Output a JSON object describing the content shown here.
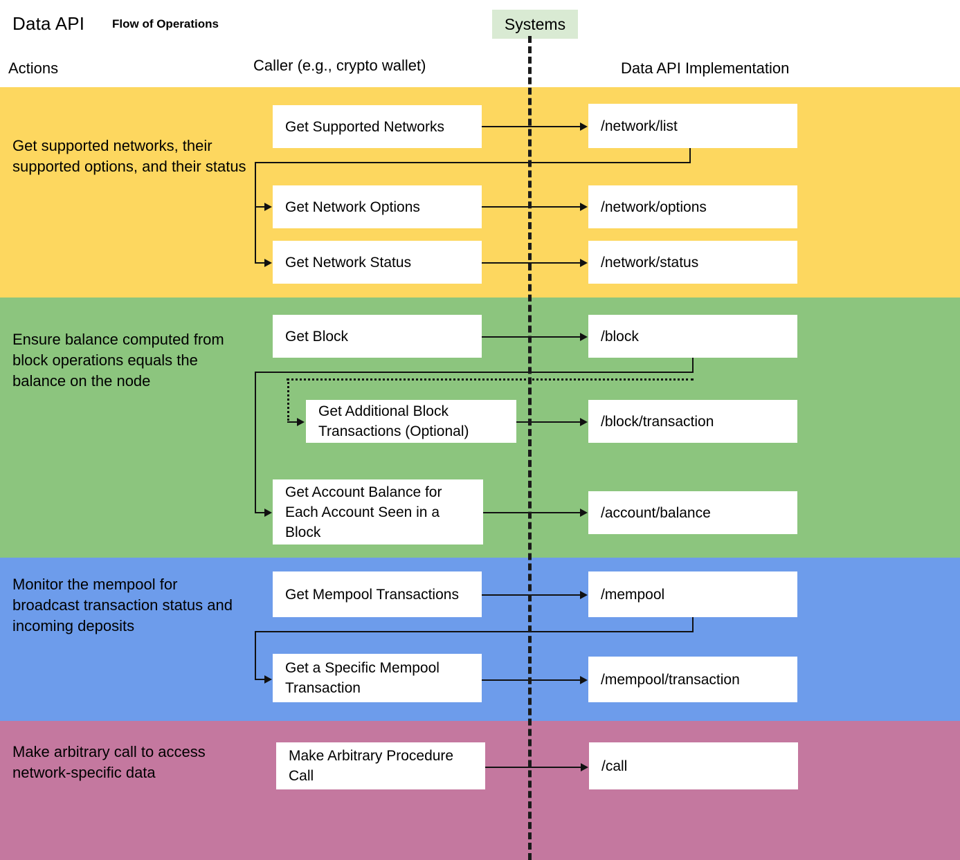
{
  "header": {
    "title": "Data API",
    "subtitle": "Flow of Operations",
    "systems_chip": "Systems",
    "systems_chip_color": "#d9ead3",
    "columns": {
      "actions": "Actions",
      "caller": "Caller (e.g., crypto wallet)",
      "implementation": "Data API Implementation"
    }
  },
  "bands": [
    {
      "id": "networks",
      "color": "#fdd75f",
      "description": "Get supported networks, their supported options, and their status",
      "caller_nodes": [
        {
          "label": "Get Supported Networks"
        },
        {
          "label": "Get Network Options"
        },
        {
          "label": "Get Network Status"
        }
      ],
      "api_nodes": [
        {
          "label": "/network/list"
        },
        {
          "label": "/network/options"
        },
        {
          "label": "/network/status"
        }
      ]
    },
    {
      "id": "balance",
      "color": "#8cc57e",
      "description": "Ensure balance computed from block operations equals the balance on the node",
      "caller_nodes": [
        {
          "label": "Get Block"
        },
        {
          "label": "Get Additional Block Transactions (Optional)"
        },
        {
          "label": "Get Account Balance for Each Account Seen in a Block"
        }
      ],
      "api_nodes": [
        {
          "label": "/block"
        },
        {
          "label": "/block/transaction"
        },
        {
          "label": "/account/balance"
        }
      ]
    },
    {
      "id": "mempool",
      "color": "#6d9ceb",
      "description": "Monitor the mempool for broadcast transaction status and incoming deposits",
      "caller_nodes": [
        {
          "label": "Get Mempool Transactions"
        },
        {
          "label": "Get a Specific Mempool Transaction"
        }
      ],
      "api_nodes": [
        {
          "label": "/mempool"
        },
        {
          "label": "/mempool/transaction"
        }
      ]
    },
    {
      "id": "call",
      "color": "#c4789f",
      "description": "Make arbitrary call to access network-specific data",
      "caller_nodes": [
        {
          "label": "Make Arbitrary Procedure Call"
        }
      ],
      "api_nodes": [
        {
          "label": "/call"
        }
      ]
    }
  ]
}
